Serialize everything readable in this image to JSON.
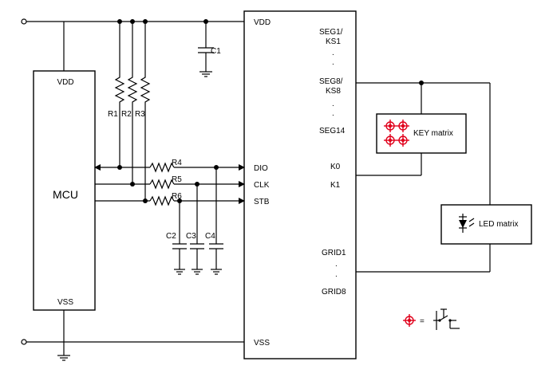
{
  "mcu": {
    "name": "MCU",
    "vdd": "VDD",
    "vss": "VSS"
  },
  "driver": {
    "vdd": "VDD",
    "vss": "VSS",
    "seg1": "SEG1/",
    "ks1": "KS1",
    "seg8": "SEG8/",
    "ks8": "KS8",
    "seg14": "SEG14",
    "k0": "K0",
    "k1": "K1",
    "grid1": "GRID1",
    "grid8": "GRID8"
  },
  "pins": {
    "dio": "DIO",
    "clk": "CLK",
    "stb": "STB"
  },
  "resistors": [
    "R1",
    "R2",
    "R3",
    "R4",
    "R5",
    "R6"
  ],
  "capacitors": [
    "C1",
    "C2",
    "C3",
    "C4"
  ],
  "blocks": {
    "key_matrix": "KEY matrix",
    "led_matrix": "LED matrix"
  },
  "legend": {
    "equals": "="
  },
  "ellipsis": "."
}
